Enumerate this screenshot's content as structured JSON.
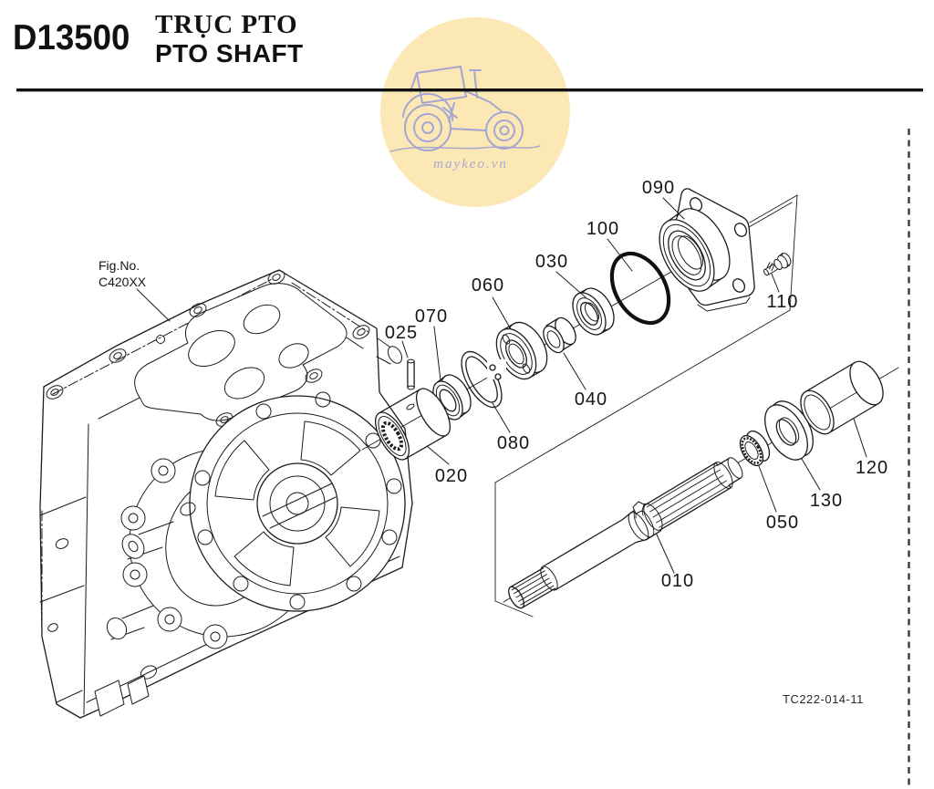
{
  "header": {
    "code": "D13500",
    "title_vi": "TRỤC PTO",
    "title_en": "PTO SHAFT"
  },
  "figure": {
    "fig_no_label": "Fig.No.",
    "fig_no_value": "C420XX",
    "drawing_code": "TC222-014-11"
  },
  "watermark": {
    "text": "maykeo.vn",
    "circle_color": "#FBE8B4",
    "sketch_color": "#9C9ED8"
  },
  "parts": [
    {
      "ref": "010"
    },
    {
      "ref": "020"
    },
    {
      "ref": "025"
    },
    {
      "ref": "030"
    },
    {
      "ref": "040"
    },
    {
      "ref": "050"
    },
    {
      "ref": "060"
    },
    {
      "ref": "070"
    },
    {
      "ref": "080"
    },
    {
      "ref": "090"
    },
    {
      "ref": "100"
    },
    {
      "ref": "110"
    },
    {
      "ref": "120"
    },
    {
      "ref": "130"
    }
  ]
}
